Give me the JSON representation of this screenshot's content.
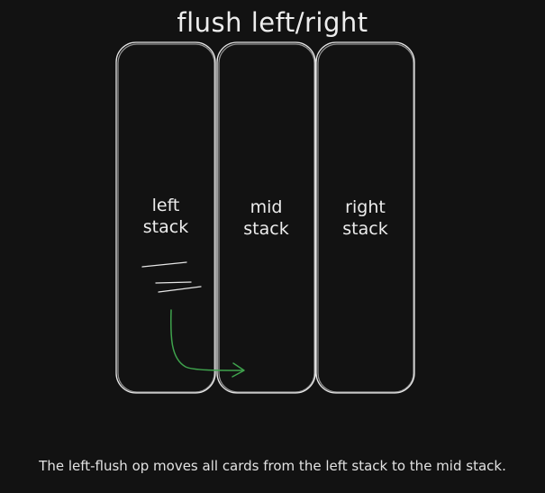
{
  "title": "flush left/right",
  "stacks": [
    {
      "line1": "left",
      "line2": "stack"
    },
    {
      "line1": "mid",
      "line2": "stack"
    },
    {
      "line1": "right",
      "line2": "stack"
    }
  ],
  "caption": "The left-flush op moves all cards from the left stack to the mid stack.",
  "colors": {
    "background": "#121212",
    "stroke": "#e6e6e6",
    "arrow": "#3fa34d"
  }
}
